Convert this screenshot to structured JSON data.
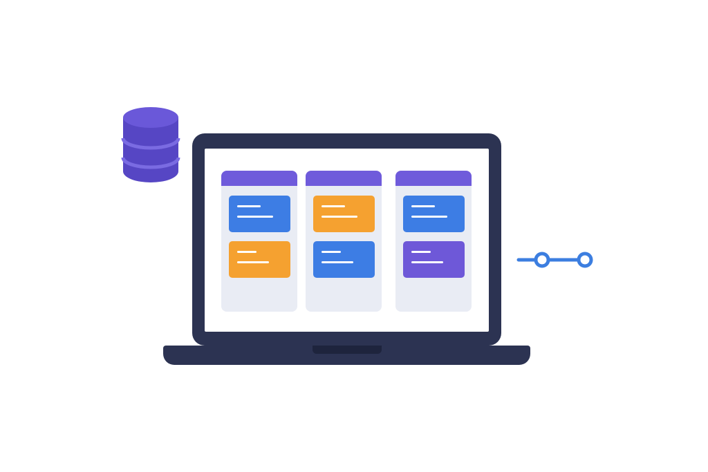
{
  "colors": {
    "laptop_frame": "#2c3352",
    "laptop_notch": "#1e243d",
    "screen": "#ffffff",
    "column_body": "#e9ecf4",
    "column_header": "#6f5bdb",
    "card_blue": "#3d7de4",
    "card_orange": "#f5a130",
    "card_purple": "#6e58d8",
    "database_top": "#6a58d9",
    "database_side": "#5646c4",
    "database_band": "#7a6be2",
    "connector": "#3c7ee0"
  },
  "icons": {
    "database": "database-icon",
    "connector": "connector-icon"
  },
  "board": {
    "columns": [
      {
        "cards": [
          {
            "color": "blue"
          },
          {
            "color": "orange"
          }
        ]
      },
      {
        "cards": [
          {
            "color": "orange"
          },
          {
            "color": "blue"
          }
        ]
      },
      {
        "cards": [
          {
            "color": "blue"
          },
          {
            "color": "purple"
          }
        ]
      }
    ]
  }
}
